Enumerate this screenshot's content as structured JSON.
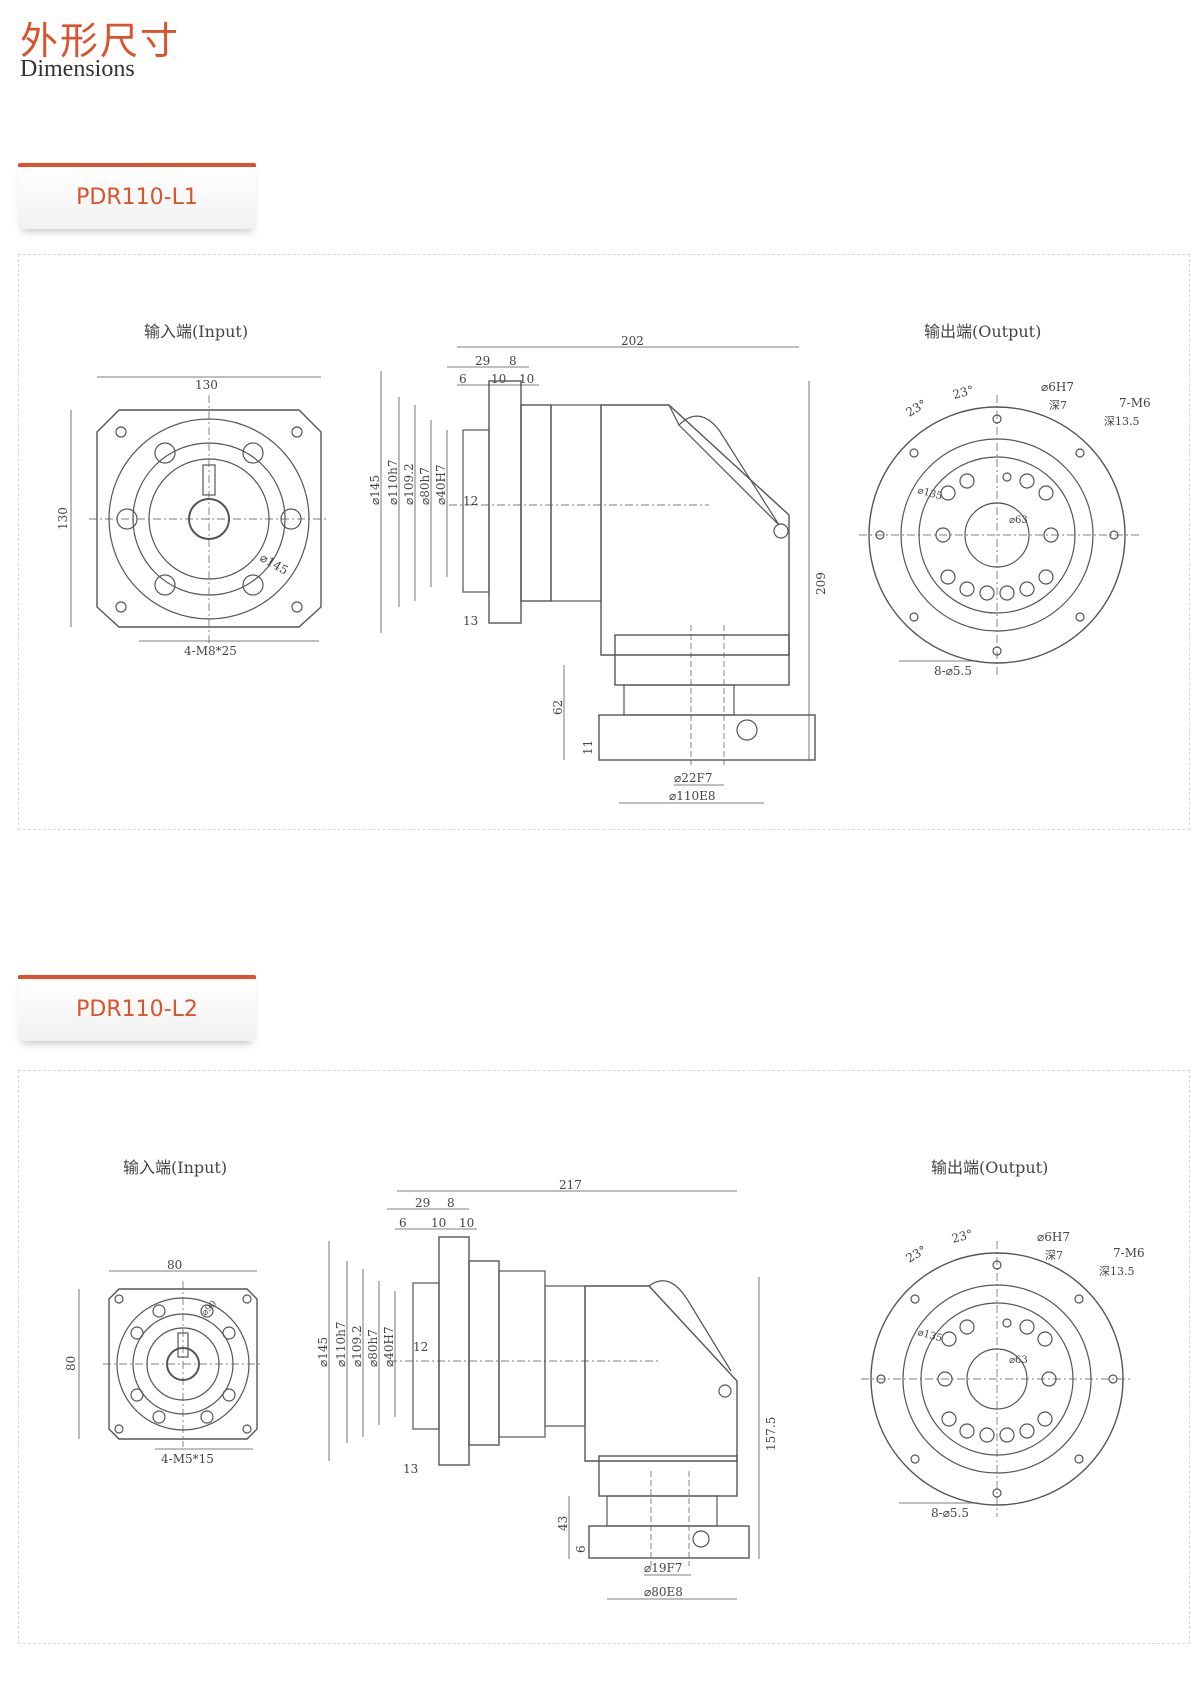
{
  "header": {
    "title_cn": "外形尺寸",
    "title_en": "Dimensions"
  },
  "sections": [
    {
      "model": "PDR110-L1",
      "input_label": "输入端(Input)",
      "output_label": "输出端(Output)",
      "input": {
        "width": "130",
        "height": "130",
        "pcd": "⌀145",
        "bolts": "4-M8*25"
      },
      "side": {
        "total_length": "202",
        "d29": "29",
        "d8": "8",
        "d6": "6",
        "d10a": "10",
        "d10b": "10",
        "d12": "12",
        "d13": "13",
        "height": "209",
        "d62": "62",
        "d11": "11",
        "diameters": [
          "⌀145",
          "⌀110h7",
          "⌀109.2",
          "⌀80h7",
          "⌀40H7"
        ],
        "shaft": "⌀22F7",
        "pilot": "⌀110E8"
      },
      "output": {
        "pin": "⌀6H7",
        "pin_depth": "深7",
        "tap": "7-M6",
        "tap_depth": "深13.5",
        "angle1": "23°",
        "angle2": "23°",
        "pcd_outer": "⌀135",
        "pcd_inner": "⌀63",
        "holes": "8-⌀5.5"
      }
    },
    {
      "model": "PDR110-L2",
      "input_label": "输入端(Input)",
      "output_label": "输出端(Output)",
      "input": {
        "width": "80",
        "height": "80",
        "pcd": "⌀90",
        "bolts": "4-M5*15"
      },
      "side": {
        "total_length": "217",
        "d29": "29",
        "d8": "8",
        "d6": "6",
        "d10a": "10",
        "d10b": "10",
        "d12": "12",
        "d13": "13",
        "height": "157.5",
        "d62": "43",
        "d11": "6",
        "diameters": [
          "⌀145",
          "⌀110h7",
          "⌀109.2",
          "⌀80h7",
          "⌀40H7"
        ],
        "shaft": "⌀19F7",
        "pilot": "⌀80E8"
      },
      "output": {
        "pin": "⌀6H7",
        "pin_depth": "深7",
        "tap": "7-M6",
        "tap_depth": "深13.5",
        "angle1": "23°",
        "angle2": "23°",
        "pcd_outer": "⌀135",
        "pcd_inner": "⌀63",
        "holes": "8-⌀5.5"
      }
    }
  ]
}
